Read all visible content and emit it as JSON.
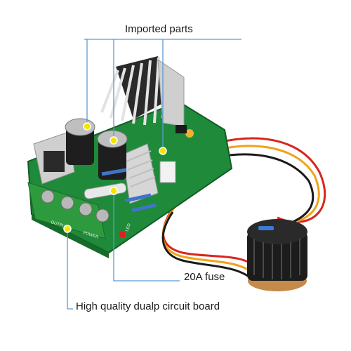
{
  "callouts": {
    "imported_parts": "Imported parts",
    "fuse": "20A fuse",
    "circuit_board": "High quality dualp circuit board"
  },
  "board_silkscreen": {
    "output": "OUTPUT",
    "power": "POWER",
    "led": "LED"
  },
  "colors": {
    "callout_line": "#5b9bd5",
    "marker_dot": "#f2e600",
    "pcb_green": "#1f8a3a",
    "terminal_green": "#2e9a3e",
    "heatsink": "#d9d9d9",
    "knob": "#1c1c1c"
  }
}
